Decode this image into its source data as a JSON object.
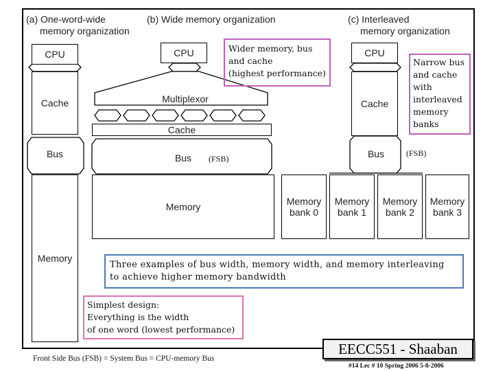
{
  "diagram": {
    "panels": {
      "a_title": "(a) One-word-wide",
      "a_title_line2": "memory organization",
      "b_title": "(b) Wide memory organization",
      "c_title": "(c) Interleaved",
      "c_title_line2": "memory organization"
    },
    "a": {
      "cpu": "CPU",
      "cache": "Cache",
      "bus": "Bus",
      "memory": "Memory"
    },
    "b": {
      "cpu": "CPU",
      "multiplexor": "Multiplexor",
      "cache": "Cache",
      "bus": "Bus",
      "memory": "Memory"
    },
    "c": {
      "cpu": "CPU",
      "cache": "Cache",
      "bus": "Bus",
      "banks": [
        {
          "line1": "Memory",
          "line2": "bank 0"
        },
        {
          "line1": "Memory",
          "line2": "bank 1"
        },
        {
          "line1": "Memory",
          "line2": "bank 2"
        },
        {
          "line1": "Memory",
          "line2": "bank 3"
        }
      ]
    },
    "fsb_label_b": "(FSB)",
    "fsb_label_c": "(FSB)",
    "callouts": {
      "wide": [
        "Wider memory,  bus",
        "and cache",
        "(highest performance)"
      ],
      "narrow": [
        "Narrow bus",
        "and cache",
        "with",
        "interleaved",
        "memory",
        "banks"
      ],
      "summary": [
        "Three examples of bus width, memory width, and memory interleaving",
        "to achieve higher memory bandwidth"
      ],
      "simplest": [
        "Simplest design:",
        "Everything is the width",
        "of one word  (lowest performance)"
      ]
    },
    "footnote": "Front Side Bus  (FSB) = System Bus =  CPU-memory Bus",
    "brand": "EECC551 - Shaaban",
    "slide_info": "#14   Lec # 10  Spring 2006  5-8-2006",
    "colors": {
      "callout_border": "#c060c0",
      "summary_border": "#4a7ab8"
    }
  }
}
